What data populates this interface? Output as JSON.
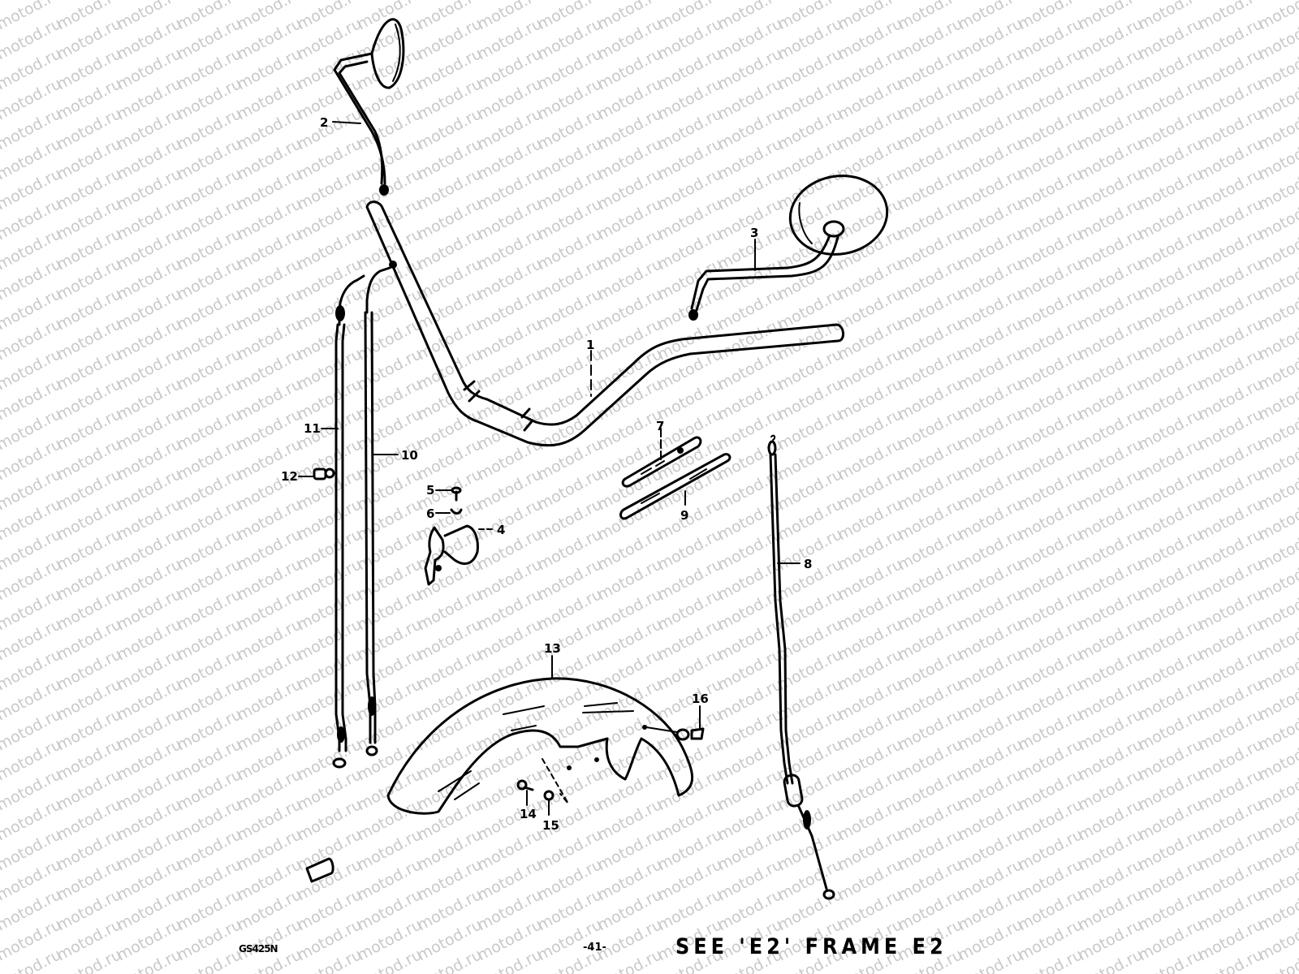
{
  "watermark": {
    "text": "motod.ru",
    "color": "#c9c9c9"
  },
  "diagram": {
    "title": "Handlebar, mirrors, cables and front fender exploded view",
    "callouts": [
      {
        "id": "1",
        "label": "1",
        "part": "handlebar"
      },
      {
        "id": "2",
        "label": "2",
        "part": "left-mirror"
      },
      {
        "id": "3",
        "label": "3",
        "part": "right-mirror"
      },
      {
        "id": "4",
        "label": "4",
        "part": "cable-guide-bracket"
      },
      {
        "id": "5",
        "label": "5",
        "part": "screw"
      },
      {
        "id": "6",
        "label": "6",
        "part": "washer"
      },
      {
        "id": "7",
        "label": "7",
        "part": "cable-adjuster"
      },
      {
        "id": "8",
        "label": "8",
        "part": "speedometer-cable"
      },
      {
        "id": "9",
        "label": "9",
        "part": "cable-adjuster-long"
      },
      {
        "id": "10",
        "label": "10",
        "part": "throttle-cable"
      },
      {
        "id": "11",
        "label": "11",
        "part": "clutch-cable"
      },
      {
        "id": "12",
        "label": "12",
        "part": "cable-clamp"
      },
      {
        "id": "13",
        "label": "13",
        "part": "front-fender"
      },
      {
        "id": "14",
        "label": "14",
        "part": "fender-bolt"
      },
      {
        "id": "15",
        "label": "15",
        "part": "fender-nut"
      },
      {
        "id": "16",
        "label": "16",
        "part": "fender-fastener"
      }
    ]
  },
  "footer": {
    "code": "GS425N",
    "page": "-41-",
    "note": "SEE 'E2' FRAME  E2"
  }
}
